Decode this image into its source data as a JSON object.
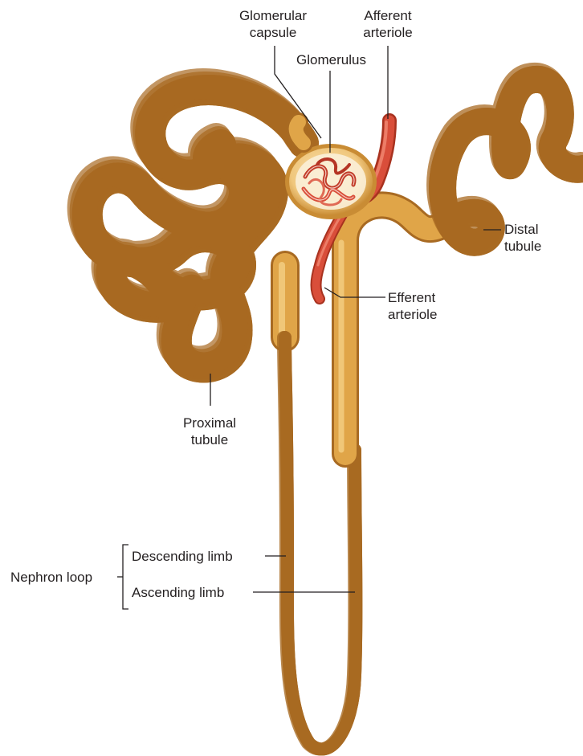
{
  "colors": {
    "tubule": "#e0a548",
    "tubule_shadow": "#b8782a",
    "tubule_highlight": "#f4cf85",
    "arteriole": "#d94e3a",
    "arteriole_shadow": "#a8321f",
    "leader": "#231f20"
  },
  "labels": {
    "glomerular_capsule": [
      "Glomerular",
      "capsule"
    ],
    "afferent_arteriole": [
      "Afferent",
      "arteriole"
    ],
    "glomerulus": "Glomerulus",
    "distal_tubule": [
      "Distal",
      "tubule"
    ],
    "efferent_arteriole": [
      "Efferent",
      "arteriole"
    ],
    "proximal_tubule": [
      "Proximal",
      "tubule"
    ],
    "nephron_loop": "Nephron loop",
    "descending_limb": "Descending limb",
    "ascending_limb": "Ascending limb"
  }
}
